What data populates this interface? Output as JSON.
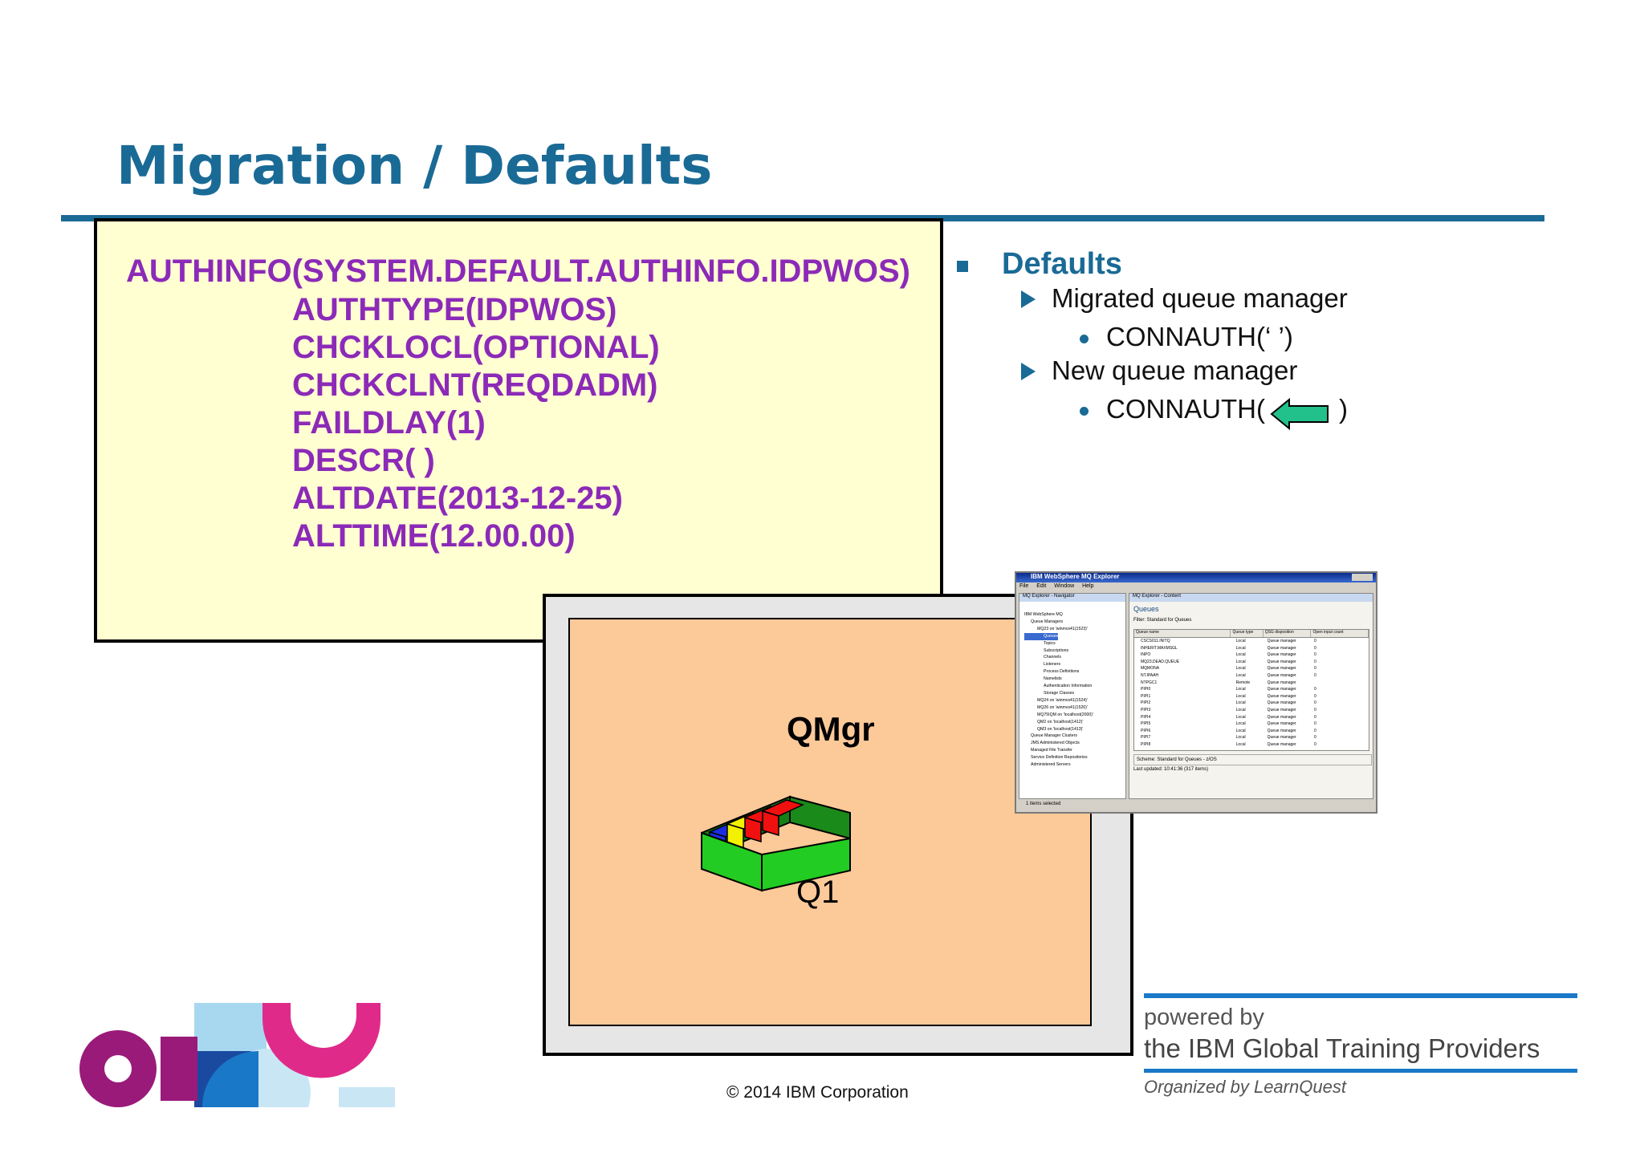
{
  "title": "Migration / Defaults",
  "code_lines": [
    "AUTHINFO(SYSTEM.DEFAULT.AUTHINFO.IDPWOS)",
    "AUTHTYPE(IDPWOS)",
    "CHCKLOCL(OPTIONAL)",
    "CHCKCLNT(REQDADM)",
    "FAILDLAY(1)",
    "DESCR( )",
    "ALTDATE(2013-12-25)",
    "ALTTIME(12.00.00)"
  ],
  "bullets": {
    "heading": "Defaults",
    "migrated_label": "Migrated queue manager",
    "migrated_value": "CONNAUTH(‘ ’)",
    "new_label": "New queue manager",
    "new_value_prefix": "CONNAUTH(",
    "new_value_suffix": ")"
  },
  "diagram": {
    "qmgr_label": "QMgr",
    "queue_label": "Q1"
  },
  "explorer": {
    "window_title": "IBM WebSphere MQ Explorer",
    "menu": [
      "File",
      "Edit",
      "Window",
      "Help"
    ],
    "navigator_tab": "MQ Explorer - Navigator",
    "content_tab": "MQ Explorer - Content",
    "content_heading": "Queues",
    "filter_text": "Filter:  Standard for Queues",
    "tree_items": [
      "IBM WebSphere MQ",
      "Queue Managers",
      "MQ23 on 'winmvs41(1523)'",
      "Queues",
      "Topics",
      "Subscriptions",
      "Channels",
      "Listeners",
      "Process Definitions",
      "Namelists",
      "Authentication Information",
      "Storage Classes",
      "MQ24 on 'winmvs41(1524)'",
      "MQ26 on 'winmvs41(1526)'",
      "MQ75IQM on 'localhost(2000)'",
      "QM2 on 'localhost(1412)'",
      "QM3 on 'localhost(1413)'",
      "Queue Manager Clusters",
      "JMS Administered Objects",
      "Managed File Transfer",
      "Service Definition Repositories",
      "Administered Servers"
    ],
    "columns": [
      "Queue name",
      "Queue type",
      "QSG disposition",
      "Open input count"
    ],
    "rows": [
      [
        "CSCS011.INITQ",
        "Local",
        "Queue manager",
        "0"
      ],
      [
        "INHERIT.MAXMSGL",
        "Local",
        "Queue manager",
        "0"
      ],
      [
        "INPO",
        "Local",
        "Queue manager",
        "0"
      ],
      [
        "MQ23.DEAD.QUEUE",
        "Local",
        "Queue manager",
        "0"
      ],
      [
        "MQMONA",
        "Local",
        "Queue manager",
        "0"
      ],
      [
        "NT.IPAAH",
        "Local",
        "Queue manager",
        "0"
      ],
      [
        "NTPGC1",
        "Remote",
        "Queue manager",
        ""
      ],
      [
        "PIPI0",
        "Local",
        "Queue manager",
        "0"
      ],
      [
        "PIPI1",
        "Local",
        "Queue manager",
        "0"
      ],
      [
        "PIPI2",
        "Local",
        "Queue manager",
        "0"
      ],
      [
        "PIPI3",
        "Local",
        "Queue manager",
        "0"
      ],
      [
        "PIPI4",
        "Local",
        "Queue manager",
        "0"
      ],
      [
        "PIPI5",
        "Local",
        "Queue manager",
        "0"
      ],
      [
        "PIPI6",
        "Local",
        "Queue manager",
        "0"
      ],
      [
        "PIPI7",
        "Local",
        "Queue manager",
        "0"
      ],
      [
        "PIPI8",
        "Local",
        "Queue manager",
        "0"
      ]
    ],
    "scheme_text": "Scheme:  Standard for Queues - z/OS",
    "last_updated": "Last updated: 10:41:36 (317 items)",
    "status_bar": "1 items selected"
  },
  "footer": {
    "copyright": "© 2014 IBM Corporation",
    "powered_by": "powered by",
    "provider": "the IBM Global Training Providers",
    "organized": "Organized by LearnQuest"
  },
  "colors": {
    "title": "#1a6a96",
    "code_text": "#8c2ab8",
    "code_box": "#ffffd2",
    "diagram_bg": "#fcc999",
    "arrow": "#22c08a"
  }
}
